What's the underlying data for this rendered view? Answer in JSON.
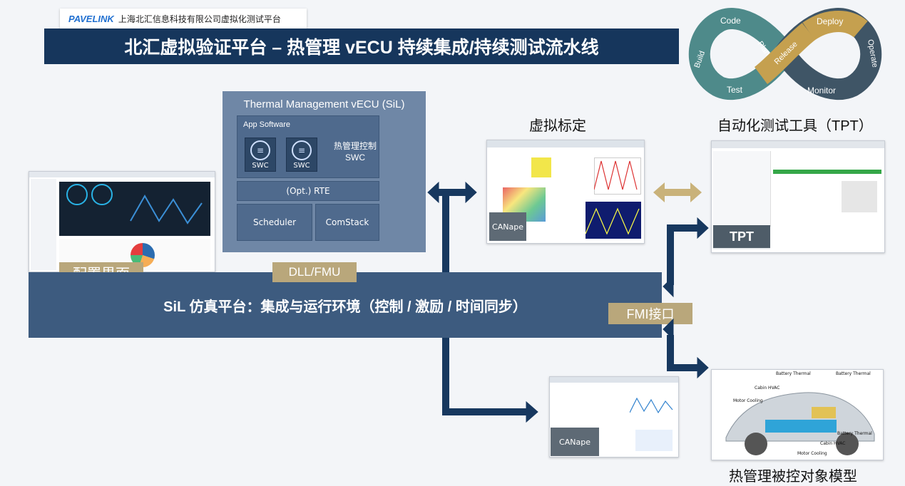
{
  "logo": {
    "brand": "PAVELINK",
    "company": "上海北汇信息科技有限公司虚拟化测试平台"
  },
  "title": "北汇虚拟验证平台 – 热管理 vECU 持续集成/持续测试流水线",
  "devops": {
    "items": [
      "Code",
      "Plan",
      "Build",
      "Test",
      "Release",
      "Deploy",
      "Operate",
      "Monitor"
    ]
  },
  "vecu": {
    "title": "Thermal Management vECU (SiL)",
    "app_software": "App Software",
    "swc1": "SWC",
    "swc2": "SWC",
    "control_swc": "热管理控制",
    "control_swc2": "SWC",
    "rte": "(Opt.) RTE",
    "scheduler": "Scheduler",
    "comstack": "ComStack"
  },
  "labels": {
    "virtual_calibration": "虚拟标定",
    "auto_test_tool": "自动化测试工具（TPT）",
    "config_ui": "配置界面",
    "dll_fmu": "DLL/FMU",
    "fmi": "FMI接口",
    "plant_model": "热管理被控对象模型",
    "canape1": "CANape",
    "canape2": "CANape",
    "tpt_logo": "TPT"
  },
  "sil_platform": "SiL 仿真平台：集成与运行环境（控制 / 激励 / 时间同步）",
  "car_labels": [
    "Battery Thermal",
    "Battery Thermal",
    "Cabin HVAC",
    "Motor Cooling",
    "Battery Thermal",
    "Cabin HVAC",
    "Motor Cooling"
  ],
  "colors": {
    "navy": "#16365c",
    "platform": "#3d5b7f",
    "gold": "#b9a77b",
    "vecu": "#6f87a6",
    "teal": "#4e8a8a",
    "ochre": "#c5a04f",
    "slate": "#3f5566"
  }
}
